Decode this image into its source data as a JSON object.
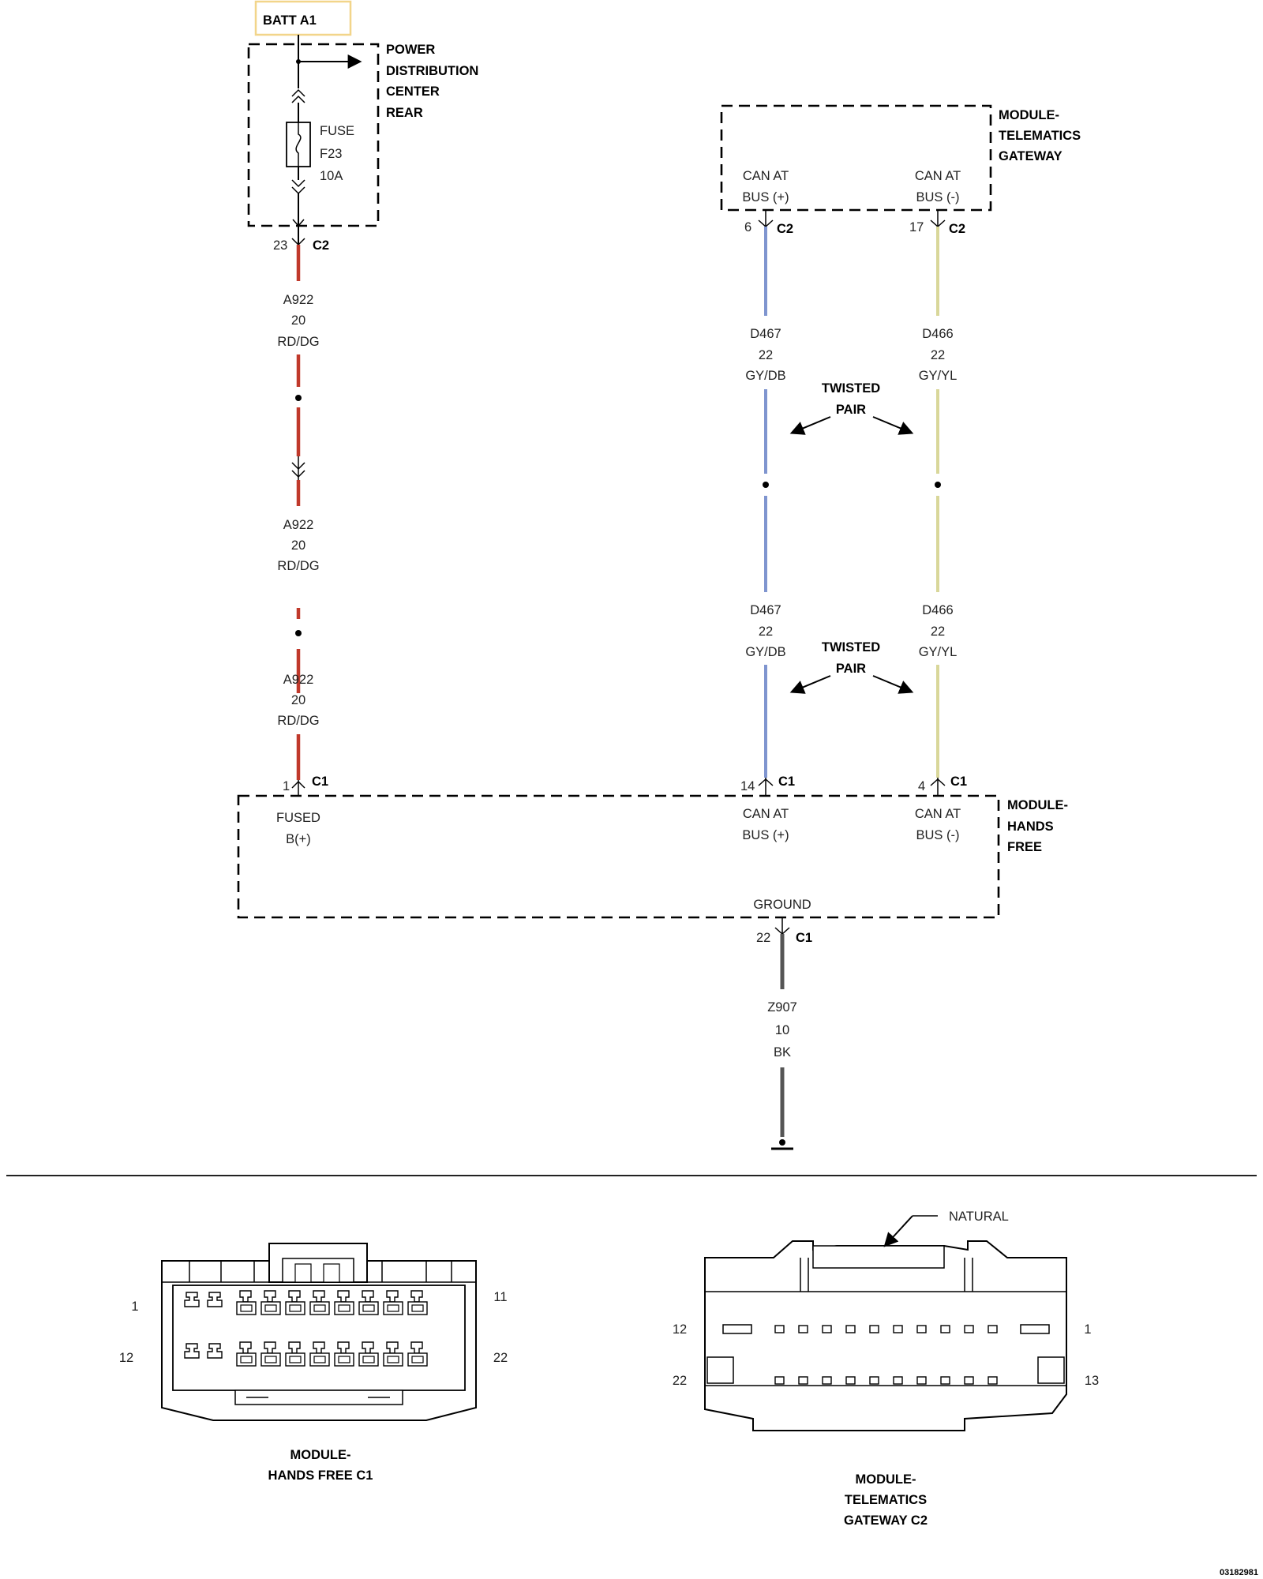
{
  "colors": {
    "red_wire": "#c0392b",
    "blue_wire": "#7f95cf",
    "yellow_wire": "#d9d79a",
    "ground_wire": "#555555",
    "batt_box_border": "#f2d58a"
  },
  "batt": {
    "label": "BATT A1"
  },
  "pdc": {
    "lines": [
      "POWER",
      "DISTRIBUTION",
      "CENTER",
      "REAR"
    ],
    "fuse": [
      "FUSE",
      "F23",
      "10A"
    ],
    "pin": "23",
    "connector": "C2"
  },
  "telematics": {
    "lines": [
      "MODULE-",
      "TELEMATICS",
      "GATEWAY"
    ],
    "can_plus": [
      "CAN AT",
      "BUS (+)"
    ],
    "can_minus": [
      "CAN AT",
      "BUS (-)"
    ],
    "pin_plus": "6",
    "pin_minus": "17",
    "connector": "C2"
  },
  "wires": {
    "a922": [
      "A922",
      "20",
      "RD/DG"
    ],
    "d467": [
      "D467",
      "22",
      "GY/DB"
    ],
    "d466": [
      "D466",
      "22",
      "GY/YL"
    ],
    "z907": [
      "Z907",
      "10",
      "BK"
    ]
  },
  "twisted_pair": [
    "TWISTED",
    "PAIR"
  ],
  "hands_free": {
    "lines": [
      "MODULE-",
      "HANDS",
      "FREE"
    ],
    "fused": [
      "FUSED",
      "B(+)"
    ],
    "can_plus": [
      "CAN AT",
      "BUS (+)"
    ],
    "can_minus": [
      "CAN AT",
      "BUS (-)"
    ],
    "ground": "GROUND",
    "pin_fused": "1",
    "pin_can_plus": "14",
    "pin_can_minus": "4",
    "pin_ground": "22",
    "connector": "C1"
  },
  "connector_views": {
    "hands_free_c1": {
      "caption": [
        "MODULE-",
        "HANDS FREE C1"
      ],
      "pins": [
        "1",
        "11",
        "12",
        "22"
      ]
    },
    "telematics_c2": {
      "caption": [
        "MODULE-",
        "TELEMATICS",
        "GATEWAY C2"
      ],
      "pins": [
        "12",
        "1",
        "22",
        "13"
      ],
      "natural": "NATURAL"
    }
  },
  "doc_id": "03182981"
}
